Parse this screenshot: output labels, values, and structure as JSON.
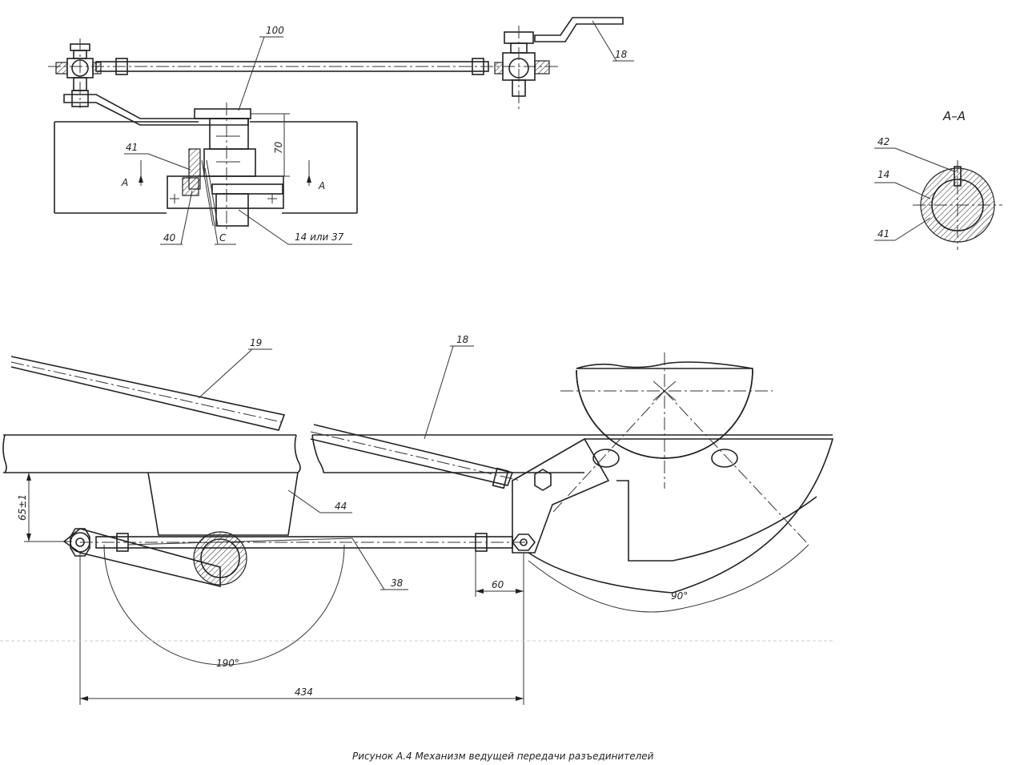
{
  "labels": {
    "l100": "100",
    "l18_top": "18",
    "l70": "70",
    "l41_top": "41",
    "lA_left": "A",
    "lA_right": "A",
    "l40": "40",
    "lC": "C",
    "l14or37": "14 или 37",
    "section_title": "А–А",
    "l42": "42",
    "l14": "14",
    "l41_section": "41",
    "l19": "19",
    "l18_bottom": "18",
    "l44": "44",
    "l65": "65±1",
    "l38": "38",
    "l60": "60",
    "l90": "90°",
    "l190": "190°",
    "l434": "434"
  },
  "caption": "Рисунок А.4 Механизм ведущей передачи разъединителей"
}
